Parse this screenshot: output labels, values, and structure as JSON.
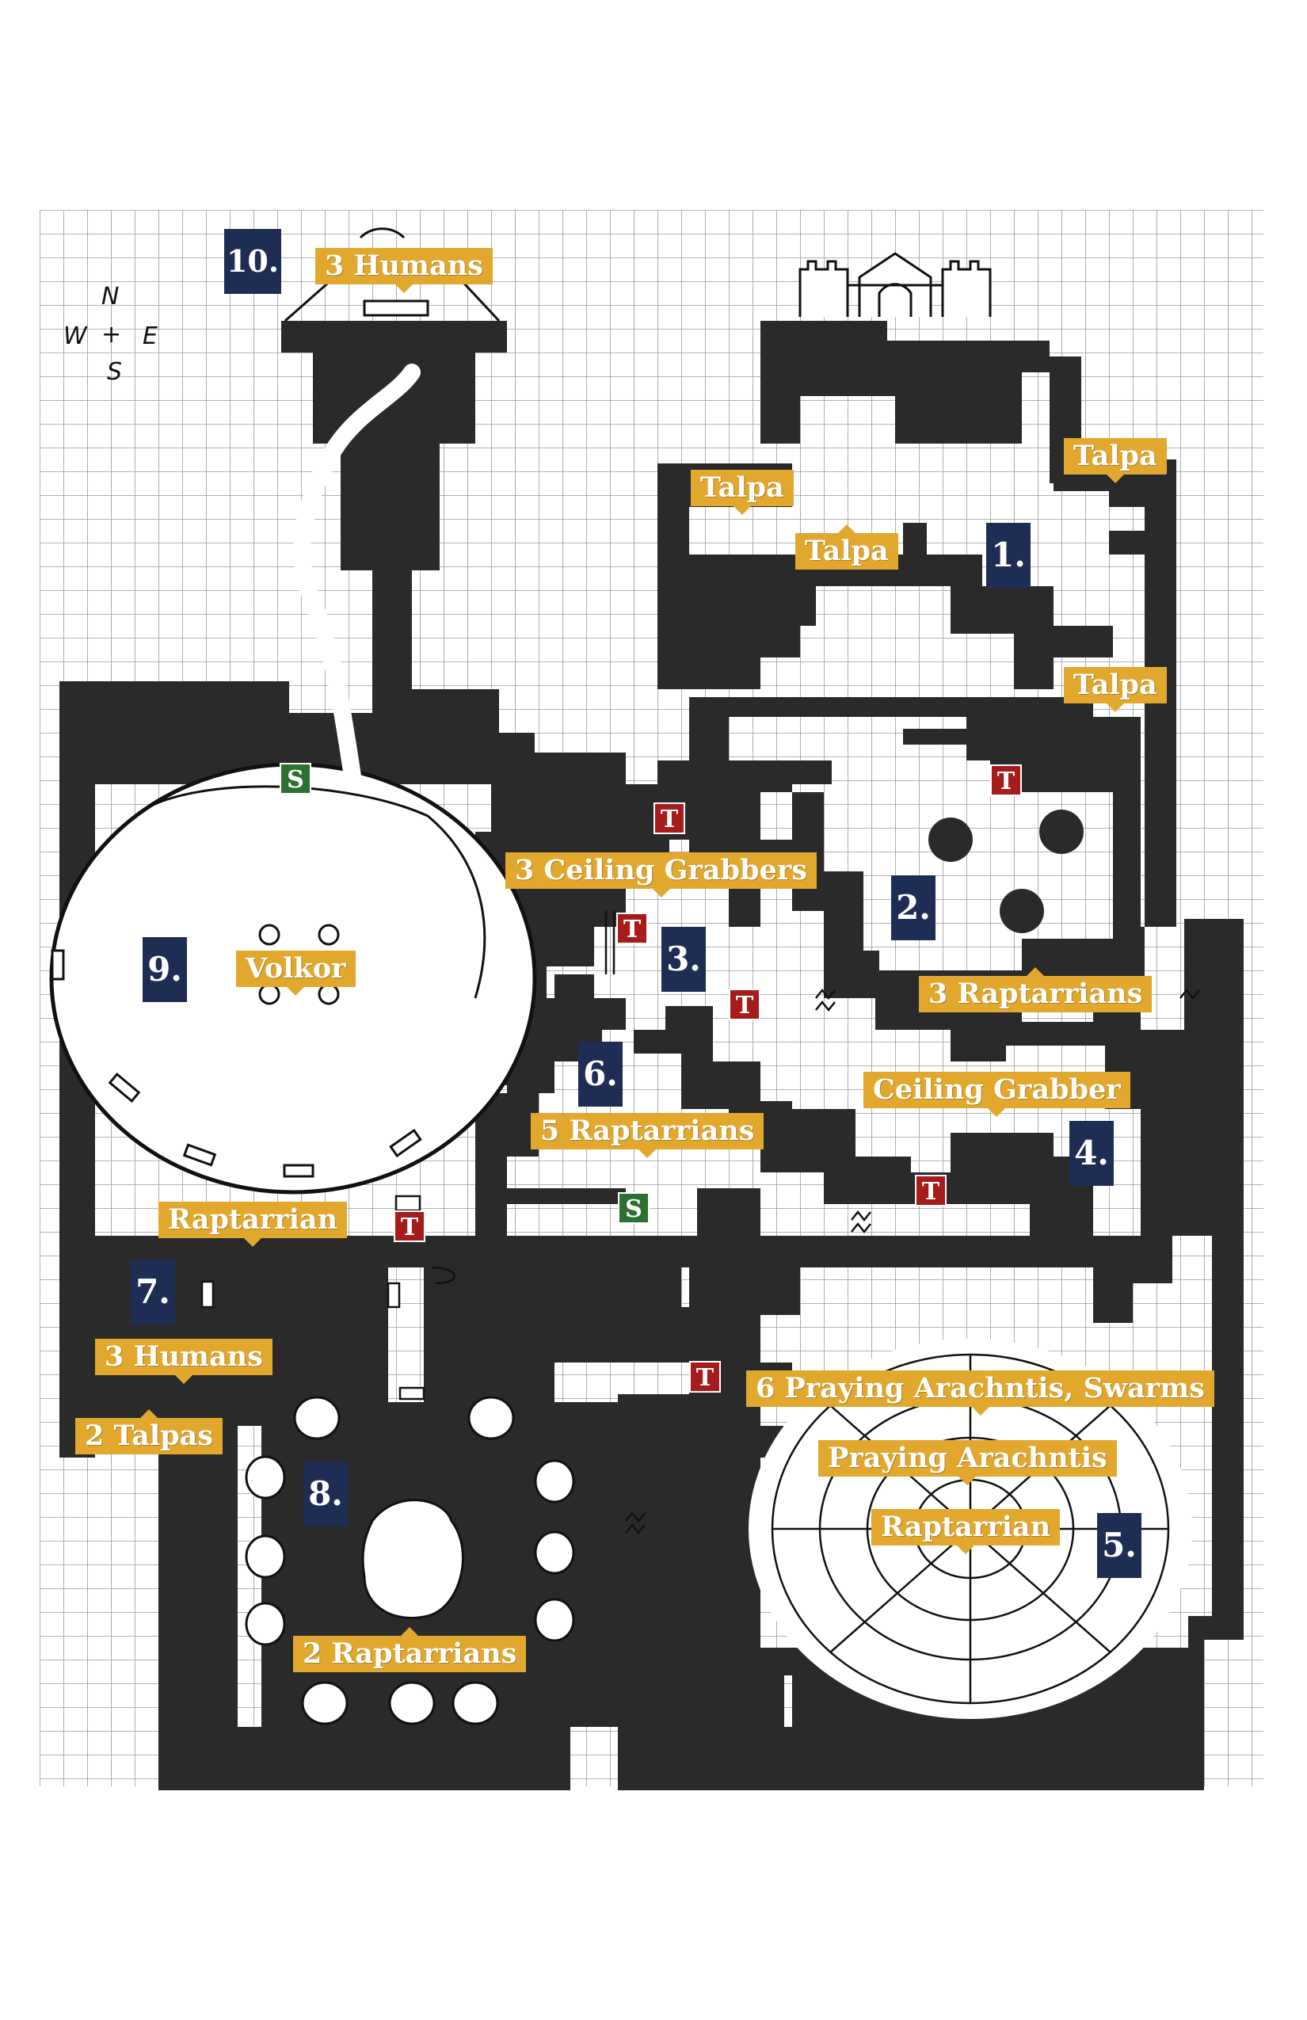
{
  "compass": {
    "north": "N",
    "south": "S",
    "east": "E",
    "west": "W"
  },
  "colors": {
    "rock": "#2a2a2a",
    "grid": "#9a9a9a",
    "label_bg": "#e2a82e",
    "number_bg": "#1d2d54",
    "trap_bg": "#a61c1c",
    "secret_bg": "#2e7032"
  },
  "rooms": [
    {
      "number": "1."
    },
    {
      "number": "2."
    },
    {
      "number": "3."
    },
    {
      "number": "4."
    },
    {
      "number": "5."
    },
    {
      "number": "6."
    },
    {
      "number": "7."
    },
    {
      "number": "8."
    },
    {
      "number": "9."
    },
    {
      "number": "10."
    }
  ],
  "labels": {
    "room10_humans": "3 Humans",
    "talpa_a": "Talpa",
    "talpa_b": "Talpa",
    "talpa_c": "Talpa",
    "talpa_d": "Talpa",
    "ceiling_grabbers": "3 Ceiling Grabbers",
    "volkor": "Volkor",
    "raptarrians_3": "3 Raptarrians",
    "ceiling_grabber": "Ceiling Grabber",
    "raptarrians_5": "5 Raptarrians",
    "raptarrian_7": "Raptarrian",
    "humans_7": "3 Humans",
    "talpas_2": "2 Talpas",
    "arachntis_6": "6 Praying Arachntis, Swarms",
    "arachntis": "Praying Arachntis",
    "raptarrian_5": "Raptarrian",
    "raptarrians_8": "2 Raptarrians"
  },
  "markers": {
    "trap": "T",
    "secret": "S"
  }
}
